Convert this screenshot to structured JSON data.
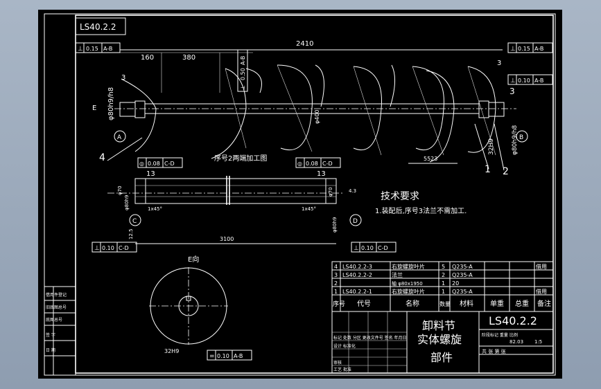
{
  "drawing_code_box": "LS40.2.2",
  "dims": {
    "overall": "2410",
    "d160": "160",
    "d380": "380",
    "d3_left": "3",
    "d3_right": "3",
    "d3_right2": "3",
    "shaft_left": "φ80h9/h8",
    "shaft_right": "φ80h9/h8",
    "sub_left": "32H9",
    "pitch_b": "5523",
    "center_dim": "φ400",
    "n13_left": "13",
    "n13_right": "13",
    "len_lower": "3100",
    "d125": "12.5",
    "e_hole": "32H9",
    "lower_left_dia": "φ80h9",
    "lower_right_dia": "φ80h9",
    "lower_small_left": "1x45°",
    "lower_small_right": "1x45°",
    "d43": "4.3",
    "dl_left": "φ70",
    "dl_right": "φ70"
  },
  "tol_boxes": {
    "top_left": {
      "sym": "⊥",
      "val": "0.15",
      "ref": "A-B"
    },
    "top_right": {
      "sym": "⊥",
      "val": "0.15",
      "ref": "A-B"
    },
    "mid_top": {
      "sym": "⊥",
      "val": "0.50",
      "ref": "A-B"
    },
    "right_mid": {
      "sym": "⊥",
      "val": "0.10",
      "ref": "A-B"
    },
    "lower_left_top": {
      "sym": "◎",
      "val": "0.08",
      "ref": "C-D"
    },
    "lower_right_top": {
      "sym": "◎",
      "val": "0.08",
      "ref": "C-D"
    },
    "lower_left_bottom": {
      "sym": "⊥",
      "val": "0.10",
      "ref": "C-D"
    },
    "lower_right_bottom": {
      "sym": "⊥",
      "val": "0.10",
      "ref": "C-D"
    },
    "e_view": {
      "sym": "=",
      "val": "0.10",
      "ref": "A-B"
    }
  },
  "datums": {
    "a": "A",
    "b": "B",
    "c": "C",
    "d": "D"
  },
  "labels": {
    "e_left": "E",
    "e_view_title": "E向",
    "section_title": "序号2两端加工图",
    "callout_1": "1",
    "callout_2": "2",
    "callout_4": "4"
  },
  "tech": {
    "title": "技术要求",
    "note1": "1.装配后,序号3法兰不需加工."
  },
  "bom": {
    "rows": [
      {
        "no": "4",
        "code": "LS40.2.2-3",
        "name": "右旋螺旋叶片",
        "qty": "5",
        "mat": "Q235-A",
        "note": "借用"
      },
      {
        "no": "3",
        "code": "LS40.2.2-2",
        "name": "法兰",
        "qty": "2",
        "mat": "Q235-A",
        "note": ""
      },
      {
        "no": "2",
        "code": "",
        "name": "轴 φ80x1950",
        "qty": "1",
        "mat": "20",
        "note": ""
      },
      {
        "no": "1",
        "code": "LS40.2.2-1",
        "name": "右旋螺旋叶片",
        "qty": "1",
        "mat": "Q235-A",
        "note": "借用"
      }
    ],
    "header": {
      "no": "序号",
      "code": "代号",
      "name": "名称",
      "qty": "数量",
      "mat": "材料",
      "unit_w": "单重",
      "total_w": "总重",
      "note": "备注"
    }
  },
  "title_block": {
    "name_line1": "卸料节",
    "name_line2": "实体螺旋",
    "name_line3": "部件",
    "code": "LS40.2.2",
    "scale_hdr": "阶段标记 重量 比例",
    "weight": "82.03",
    "scale": "1:5",
    "sheet": "共   张 第   张",
    "sign_rows": [
      "标记 处数 分区 更改文件号 签名 年月日",
      "设计 标准化",
      "审核",
      "工艺 批准"
    ]
  },
  "side_strip": [
    "借用件登记",
    "旧底图总号",
    "底图总号",
    "签 字",
    "日 期"
  ]
}
